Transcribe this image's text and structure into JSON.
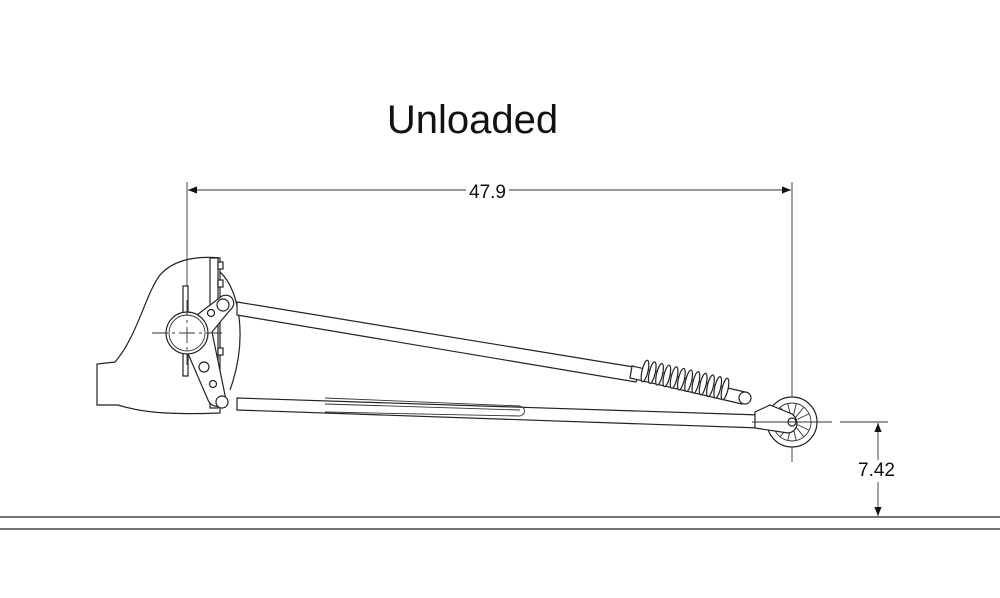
{
  "title": "Unloaded",
  "dimensions": {
    "horizontal_span": "47.9",
    "wheel_height": "7.42"
  },
  "colors": {
    "line": "#222222",
    "background": "#ffffff"
  }
}
